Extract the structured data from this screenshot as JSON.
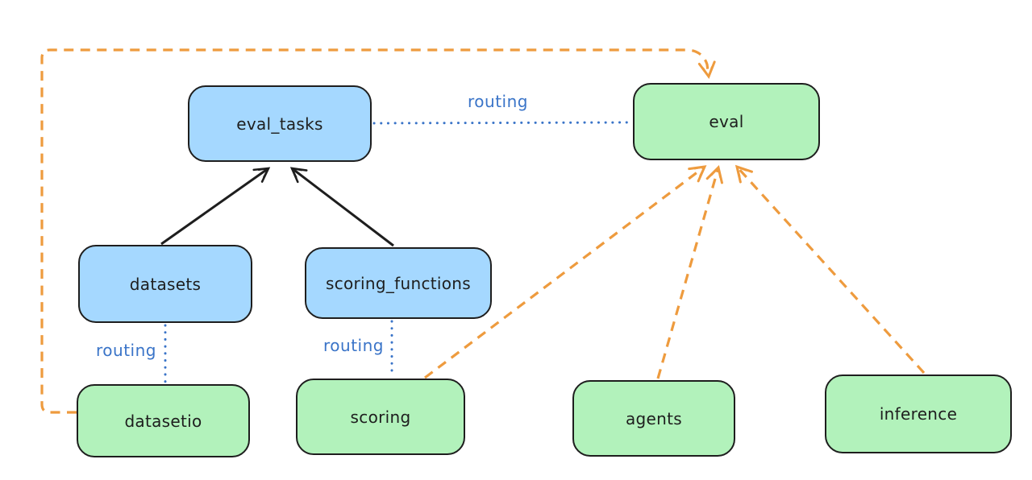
{
  "diagram": {
    "colors": {
      "node_stroke": "#1e1e1e",
      "blue_node_fill": "#a5d8ff",
      "green_node_fill": "#b2f2bb",
      "routing_blue": "#3a74c8",
      "orange_dashed": "#ee9b3e",
      "black_arrow": "#1e1e1e",
      "background": "#ffffff"
    },
    "nodes": {
      "eval_tasks": {
        "label": "eval_tasks",
        "fill": "#a5d8ff"
      },
      "eval": {
        "label": "eval",
        "fill": "#b2f2bb"
      },
      "datasets": {
        "label": "datasets",
        "fill": "#a5d8ff"
      },
      "scoring_functions": {
        "label": "scoring_functions",
        "fill": "#a5d8ff"
      },
      "datasetio": {
        "label": "datasetio",
        "fill": "#b2f2bb"
      },
      "scoring": {
        "label": "scoring",
        "fill": "#b2f2bb"
      },
      "agents": {
        "label": "agents",
        "fill": "#b2f2bb"
      },
      "inference": {
        "label": "inference",
        "fill": "#b2f2bb"
      }
    },
    "edge_labels": {
      "eval_tasks_to_eval": "routing",
      "datasets_to_datasetio": "routing",
      "scoring_functions_to_scoring": "routing"
    },
    "edges": [
      {
        "from": "datasets",
        "to": "eval_tasks",
        "style": "solid-black-arrow"
      },
      {
        "from": "scoring_functions",
        "to": "eval_tasks",
        "style": "solid-black-arrow"
      },
      {
        "from": "eval_tasks",
        "to": "eval",
        "style": "dotted-blue",
        "label": "routing"
      },
      {
        "from": "datasets",
        "to": "datasetio",
        "style": "dotted-blue",
        "label": "routing"
      },
      {
        "from": "scoring_functions",
        "to": "scoring",
        "style": "dotted-blue",
        "label": "routing"
      },
      {
        "from": "datasetio",
        "to": "eval",
        "style": "dashed-orange-arrow"
      },
      {
        "from": "scoring",
        "to": "eval",
        "style": "dashed-orange-arrow"
      },
      {
        "from": "agents",
        "to": "eval",
        "style": "dashed-orange-arrow"
      },
      {
        "from": "inference",
        "to": "eval",
        "style": "dashed-orange-arrow"
      }
    ]
  }
}
